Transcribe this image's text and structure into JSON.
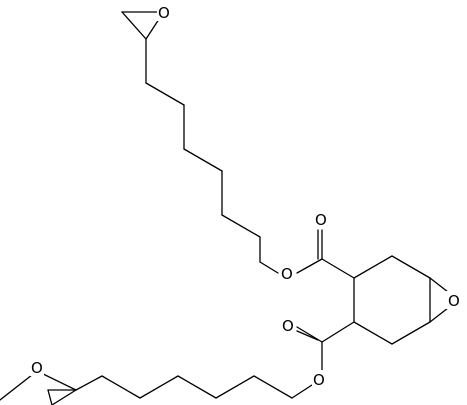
{
  "atoms": {
    "epoxide_top_O": "O",
    "ester_upper_carbonyl_O": "O",
    "ester_upper_ether_O": "O",
    "ring_epoxide_O": "O",
    "ester_lower_carbonyl_O": "O",
    "ester_lower_ether_O": "O",
    "epoxide_bottom_O": "O"
  },
  "colors": {
    "bond": "#000000",
    "label": "#000000",
    "background": "#ffffff"
  }
}
